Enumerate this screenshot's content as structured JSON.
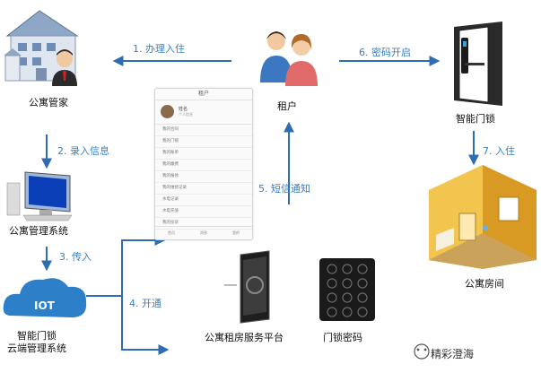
{
  "nodes": {
    "apartment_butler": "公寓管家",
    "tenant": "租户",
    "smart_lock": "智能门锁",
    "management_system": "公寓管理系统",
    "apartment_room": "公寓房间",
    "iot_badge": "IOT",
    "iot_cloud": "智能门锁\n云端管理系统",
    "rental_platform": "公寓租房服务平台",
    "lock_password": "门锁密码"
  },
  "steps": {
    "s1": "1. 办理入住",
    "s2": "2. 录入信息",
    "s3": "3. 传入",
    "s4": "4. 开通",
    "s5": "5. 短信通知",
    "s6": "6. 密码开启",
    "s7": "7. 入住"
  },
  "phone": {
    "title": "租户",
    "name": "姓名",
    "sub": "个人信息",
    "rows": [
      "我的合同",
      "我的门锁",
      "我的账单",
      "我的缴费",
      "我的报修",
      "我的维修记录",
      "水电记录",
      "水电充值",
      "我的投诉"
    ],
    "tabs": [
      "首页",
      "消息",
      "我的"
    ]
  },
  "watermark": "精彩澄海",
  "colors": {
    "arrow": "#2e6db4",
    "step_text": "#3a7fc1",
    "cloud": "#2d7fc7"
  }
}
